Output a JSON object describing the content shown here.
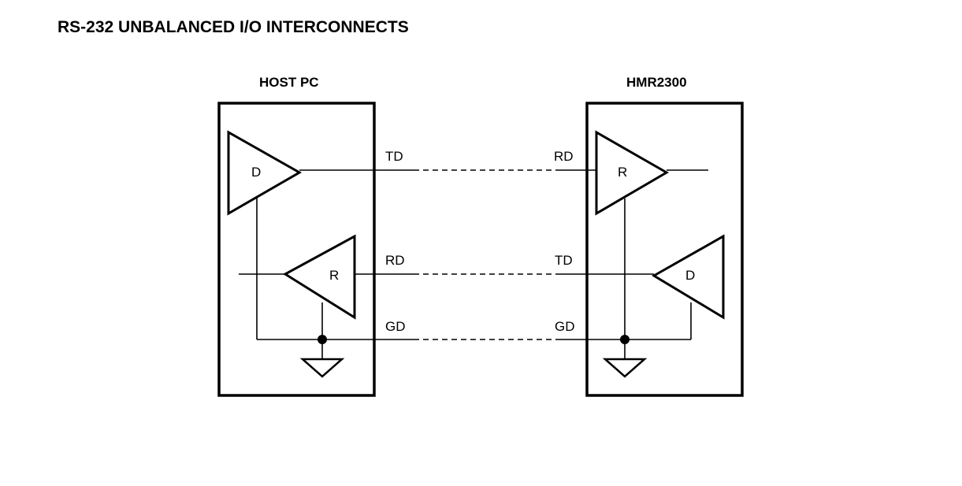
{
  "title": "RS-232 UNBALANCED I/O INTERCONNECTS",
  "host": {
    "name": "HOST PC",
    "driver_label": "D",
    "receiver_label": "R"
  },
  "device": {
    "name": "HMR2300",
    "driver_label": "D",
    "receiver_label": "R"
  },
  "signals": {
    "host_td": "TD",
    "host_rd": "RD",
    "host_gd": "GD",
    "device_rd": "RD",
    "device_td": "TD",
    "device_gd": "GD"
  }
}
